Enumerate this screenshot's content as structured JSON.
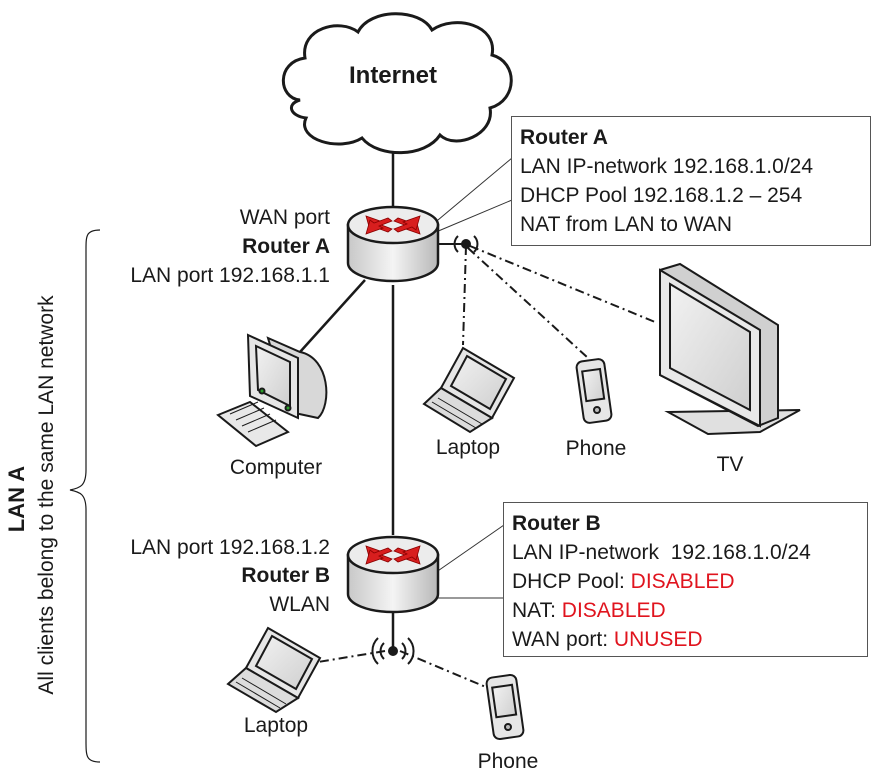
{
  "cloud": {
    "label": "Internet"
  },
  "router_a": {
    "labels": {
      "wan_port": "WAN port",
      "name": "Router A",
      "lan_port": "LAN port 192.168.1.1"
    },
    "info": {
      "title": "Router A",
      "lan_network": "LAN IP-network 192.168.1.0/24",
      "dhcp_pool": "DHCP Pool 192.168.1.2 – 254",
      "nat": "NAT from LAN to WAN"
    }
  },
  "router_b": {
    "labels": {
      "lan_port": "LAN port 192.168.1.2",
      "name": "Router B",
      "wlan": "WLAN"
    },
    "info": {
      "title": "Router B",
      "lan_network": "LAN IP-network  192.168.1.0/24",
      "dhcp_label": "DHCP Pool: ",
      "dhcp_value": "DISABLED",
      "nat_label": "NAT: ",
      "nat_value": "DISABLED",
      "wan_label": "WAN port: ",
      "wan_value": "UNUSED"
    }
  },
  "devices": {
    "computer": "Computer",
    "laptop_a": "Laptop",
    "phone_a": "Phone",
    "tv": "TV",
    "laptop_b": "Laptop",
    "phone_b": "Phone"
  },
  "lan_group": {
    "title": "LAN A",
    "subtitle": "All clients belong to the same LAN network"
  },
  "colors": {
    "disabled": "#e0141e",
    "arrow": "#d81e1e",
    "line": "#1a1a1a"
  }
}
